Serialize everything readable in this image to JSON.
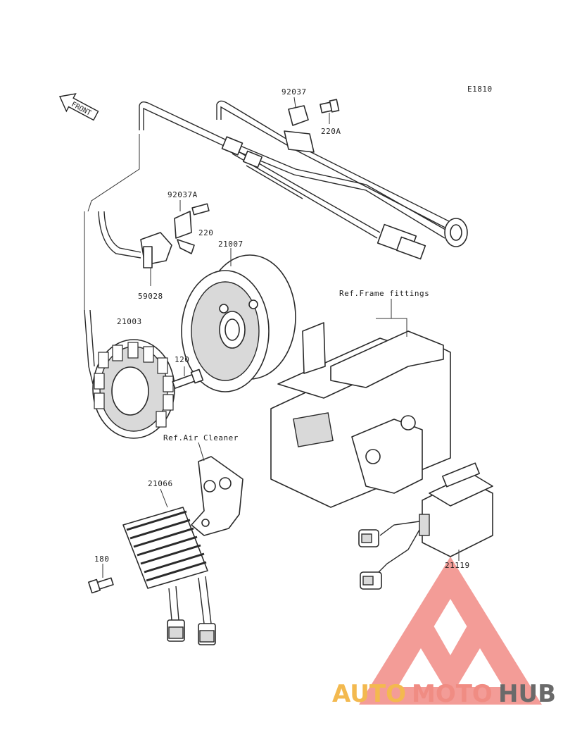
{
  "diagram_id": "E1810",
  "front_label": "FRONT",
  "parts": {
    "p92037": "92037",
    "p220A": "220A",
    "p92037A": "92037A",
    "p220": "220",
    "p21007": "21007",
    "p59028": "59028",
    "p21003": "21003",
    "p120": "120",
    "p21066": "21066",
    "p180": "180",
    "p21119": "21119"
  },
  "refs": {
    "frame": "Ref.Frame fittings",
    "air_cleaner": "Ref.Air Cleaner"
  },
  "watermark": {
    "word_auto": "AUTO",
    "word_moto": "MOTO",
    "word_hub": "HUB",
    "colors": {
      "auto": "#f3b94f",
      "moto": "#f08c83",
      "hub": "#6a6a6a",
      "logo": "#f28b86"
    }
  }
}
